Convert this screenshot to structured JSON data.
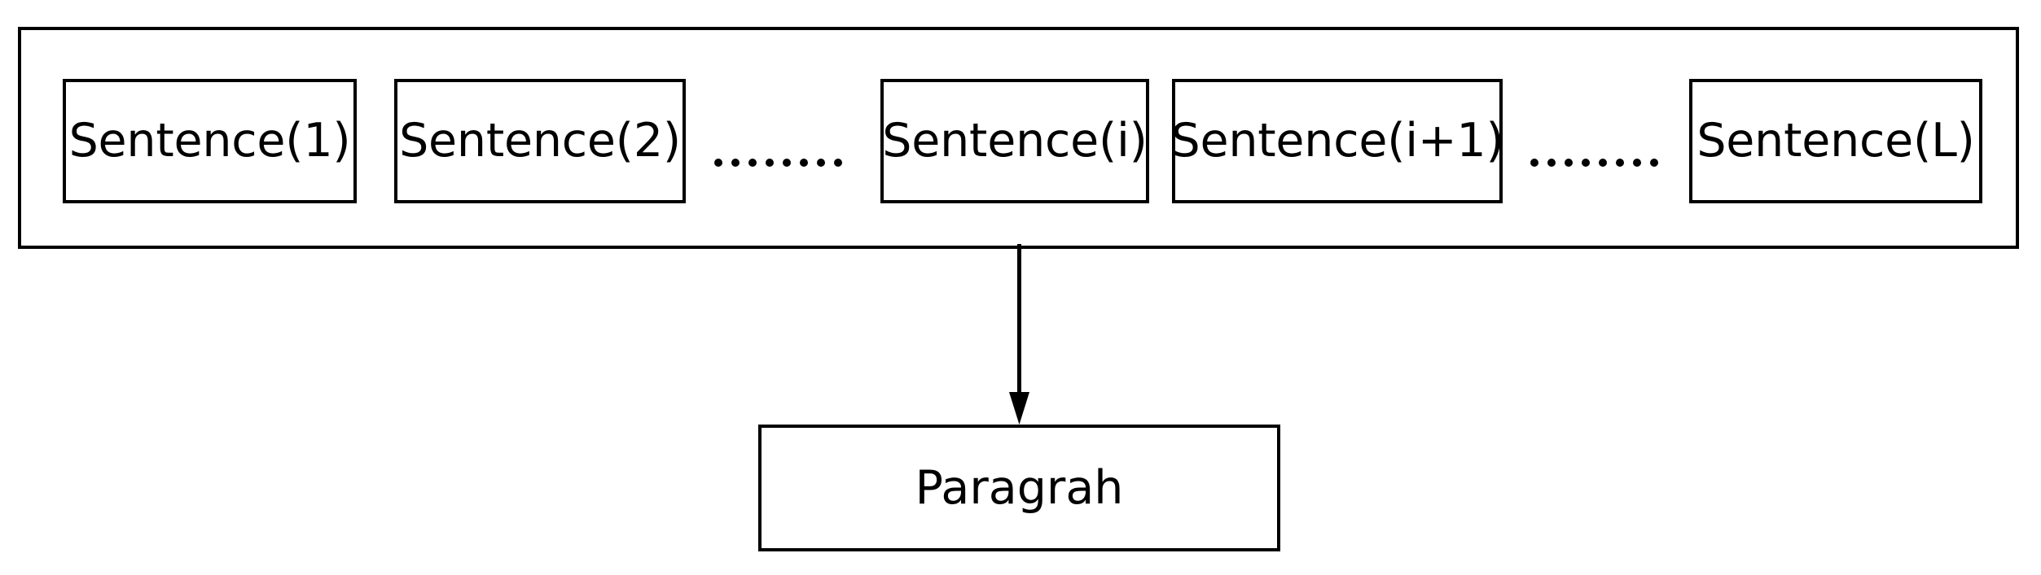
{
  "figure": {
    "type": "block-diagram",
    "description": "Sentence sequence aggregated into a paragraph representation",
    "stroke_color": "#000000",
    "background_color": "#FFFFFF",
    "text_color": "#000000"
  },
  "sentence_container": {
    "name": "sentence-sequence-container",
    "items": [
      {
        "kind": "box",
        "label": "Sentence(1)"
      },
      {
        "kind": "box",
        "label": "Sentence(2)"
      },
      {
        "kind": "ellipsis",
        "label": "………",
        "dot_count": 8
      },
      {
        "kind": "box",
        "label": "Sentence(i)"
      },
      {
        "kind": "box",
        "label": "Sentence(i+1)"
      },
      {
        "kind": "ellipsis",
        "label": "………",
        "dot_count": 8
      },
      {
        "kind": "box",
        "label": "Sentence(L)"
      }
    ]
  },
  "connector": {
    "name": "downward-arrow",
    "direction": "down",
    "from": "sentence-sequence-container",
    "to": "paragraph-box"
  },
  "paragraph": {
    "name": "paragraph-box",
    "label": "Paragrah"
  }
}
